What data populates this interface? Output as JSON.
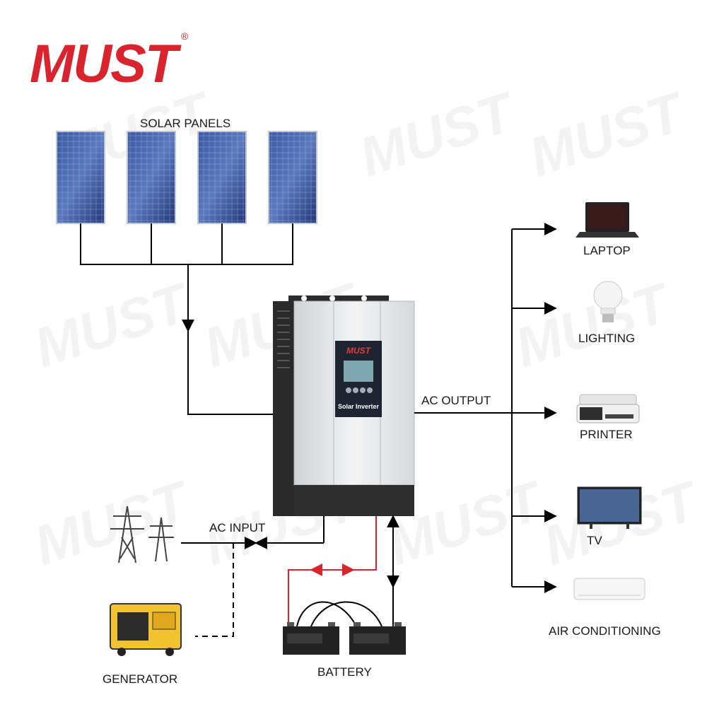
{
  "brand": {
    "name": "MUST",
    "registered": "®",
    "color": "#d9232d"
  },
  "diagram": {
    "sources": {
      "solar_panels": "SOLAR PANELS",
      "ac_input": "AC INPUT",
      "generator": "GENERATOR",
      "battery": "BATTERY"
    },
    "inverter": {
      "brand": "MUST",
      "label": "Solar Inverter"
    },
    "output": {
      "label": "AC OUTPUT",
      "loads": [
        "LAPTOP",
        "LIGHTING",
        "PRINTER",
        "TV",
        "AIR CONDITIONING"
      ]
    }
  },
  "colors": {
    "line": "#000000",
    "battery_link": "#d9232d",
    "panel_blue": "#2e4a8c",
    "inverter_body": "#e4e6e8"
  }
}
